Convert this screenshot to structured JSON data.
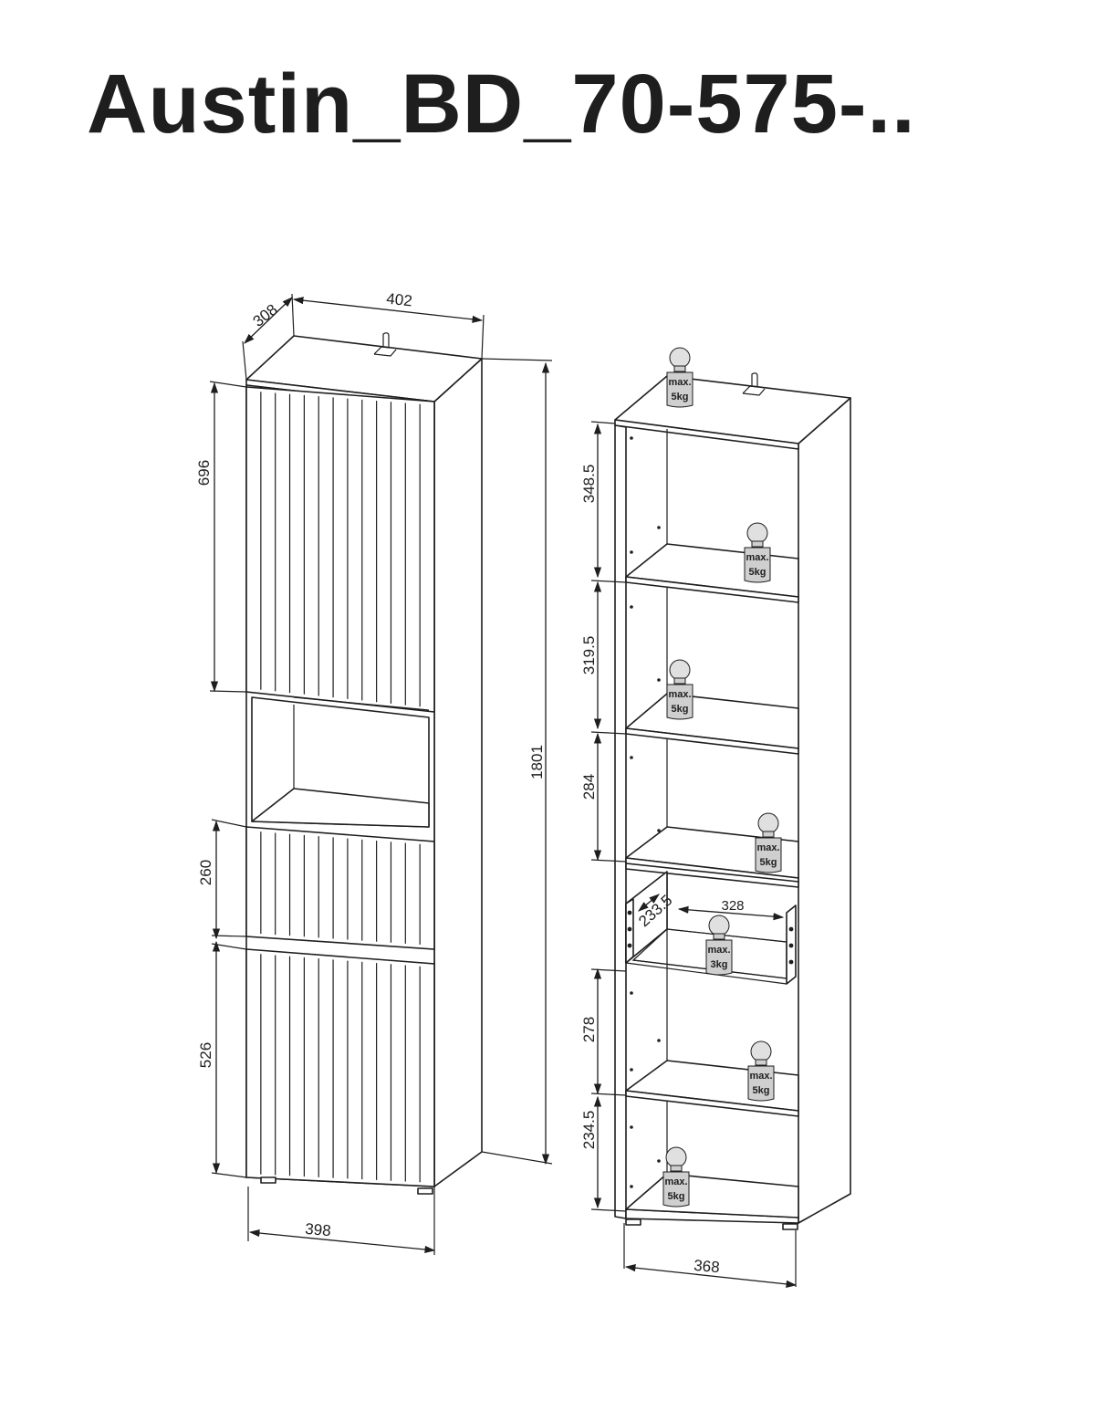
{
  "title": "Austin_BD_70-575-..",
  "closed_view": {
    "dims": {
      "depth": "308",
      "width_top": "402",
      "height_total": "1801",
      "door_upper": "696",
      "drawer": "260",
      "door_lower": "526",
      "width_bottom": "398"
    }
  },
  "open_view": {
    "dims": {
      "compartment_1": "348.5",
      "compartment_2": "319.5",
      "compartment_3": "284",
      "compartment_4": "278",
      "compartment_5": "234.5",
      "drawer_depth": "233.5",
      "drawer_width": "328",
      "width_bottom": "368"
    },
    "load_labels": {
      "top": [
        "max.",
        "5kg"
      ],
      "shelf_1": [
        "max.",
        "5kg"
      ],
      "shelf_2": [
        "max.",
        "5kg"
      ],
      "shelf_3": [
        "max.",
        "5kg"
      ],
      "drawer": [
        "max.",
        "3kg"
      ],
      "shelf_4": [
        "max.",
        "5kg"
      ],
      "bottom": [
        "max.",
        "5kg"
      ]
    }
  }
}
